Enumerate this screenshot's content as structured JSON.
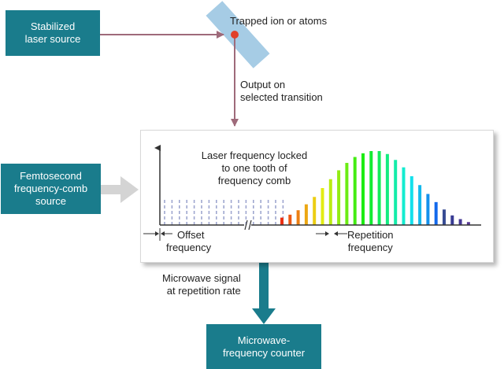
{
  "colors": {
    "box": "#1a7c8c",
    "arrow_dark": "#9e6a7a",
    "arrow_gray": "#d4d4d4",
    "arrow_teal": "#1a7c8c",
    "crystal": "#9cc6e2",
    "ion": "#e0402a",
    "tooth_pale": "#9ea6cf"
  },
  "nodes": {
    "laser_source": {
      "lines": [
        "Stabilized",
        "laser source"
      ]
    },
    "comb_source": {
      "lines": [
        "Femtosecond",
        "frequency-comb",
        "source"
      ]
    },
    "counter": {
      "lines": [
        "Microwave-",
        "frequency counter"
      ]
    }
  },
  "labels": {
    "trapped_ion": "Trapped ion or atoms",
    "output": [
      "Output on",
      "selected transition"
    ],
    "microwave_signal": [
      "Microwave signal",
      "at repetition rate"
    ],
    "locked": [
      "Laser frequency locked",
      "to one tooth of",
      "frequency comb"
    ],
    "offset": [
      "Offset",
      "frequency"
    ],
    "repetition": [
      "Repetition",
      "frequency"
    ]
  },
  "chart_data": {
    "type": "bar",
    "pale_teeth": 17,
    "colored_teeth": [
      0.1,
      0.14,
      0.2,
      0.28,
      0.38,
      0.5,
      0.62,
      0.74,
      0.84,
      0.92,
      0.97,
      1.0,
      1.0,
      0.96,
      0.88,
      0.78,
      0.66,
      0.54,
      0.42,
      0.31,
      0.21,
      0.13,
      0.08,
      0.04
    ]
  }
}
